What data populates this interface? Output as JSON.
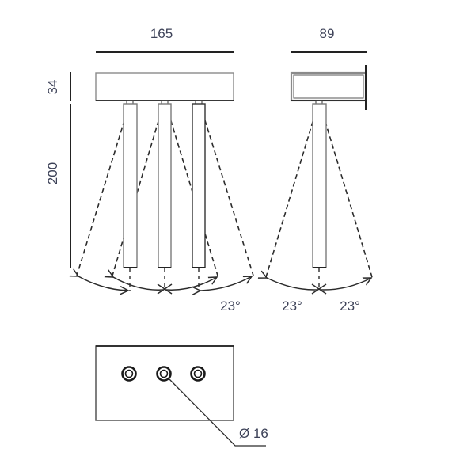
{
  "drawing": {
    "front_view": {
      "width_label": "165",
      "canopy_height_label": "34",
      "rod_length_label": "200",
      "rod_count": 3,
      "beam_angle_label": "23°"
    },
    "side_view": {
      "depth_label": "89",
      "beam_angle_left_label": "23°",
      "beam_angle_right_label": "23°"
    },
    "bottom_view": {
      "hole_count": 3,
      "diameter_label": "Ø 16"
    }
  },
  "colors": {
    "line": "#222222",
    "text": "#3d4258",
    "background": "#ffffff"
  }
}
